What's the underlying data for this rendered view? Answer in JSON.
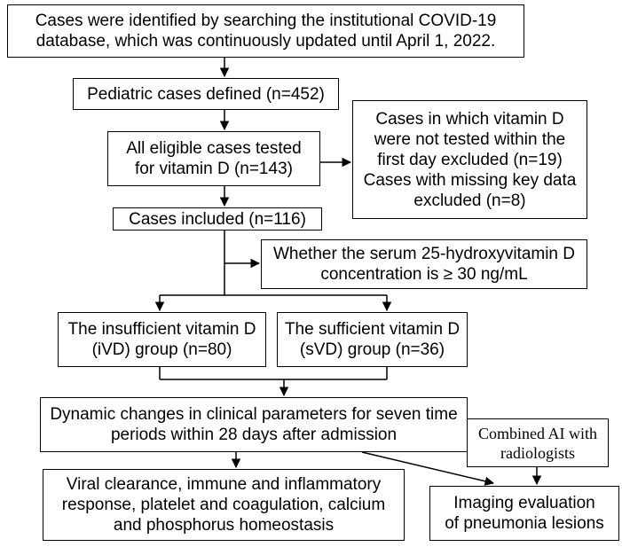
{
  "nodes": {
    "identify": "Cases were identified by searching the institutional COVID-19 database, which was continuously updated until April 1, 2022.",
    "pediatric": "Pediatric cases defined (n=452)",
    "eligible": "All eligible cases tested for vitamin D (n=143)",
    "excluded": "Cases in which vitamin D were not tested within the first day excluded (n=19) Cases with missing key data excluded (n=8)",
    "included": "Cases included (n=116)",
    "criterion": "Whether the serum 25-hydroxyvitamin D concentration is ≥ 30 ng/mL",
    "ivd": "The insufficient vitamin D (iVD) group (n=80)",
    "svd": "The sufficient vitamin D (sVD) group (n=36)",
    "dynamic": "Dynamic changes in clinical parameters for seven time periods within 28 days after admission",
    "ai": "Combined AI with radiologists",
    "viral": "Viral clearance, immune and inflammatory response, platelet and coagulation, calcium and phosphorus homeostasis",
    "imaging": "Imaging evaluation of pneumonia lesions"
  }
}
